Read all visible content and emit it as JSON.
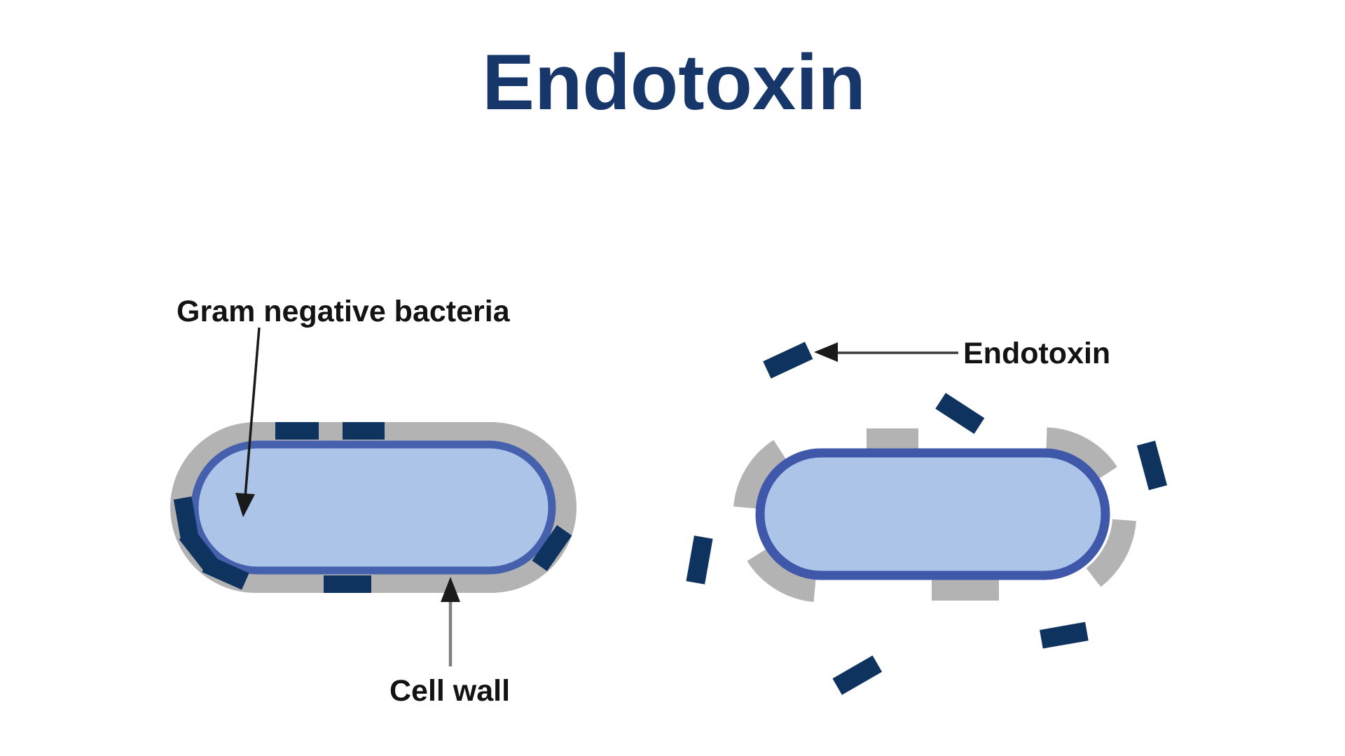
{
  "title": "Endotoxin",
  "labels": {
    "gram_negative": "Gram negative bacteria",
    "cell_wall": "Cell wall",
    "endotoxin": "Endotoxin"
  },
  "colors": {
    "title-navy": "#17376b",
    "endotoxin-navy": "#0e335e",
    "wall-gray": "#b3b3b3",
    "membrane-blue": "#4560ac",
    "membrane-blue-right": "#3f58a9",
    "cytoplasm-blue": "#abc4e8",
    "label-black": "#131313",
    "arrow-shaft-gray": "#7f7f7f",
    "arrow-black": "#1a1a1a",
    "background": "#ffffff"
  }
}
